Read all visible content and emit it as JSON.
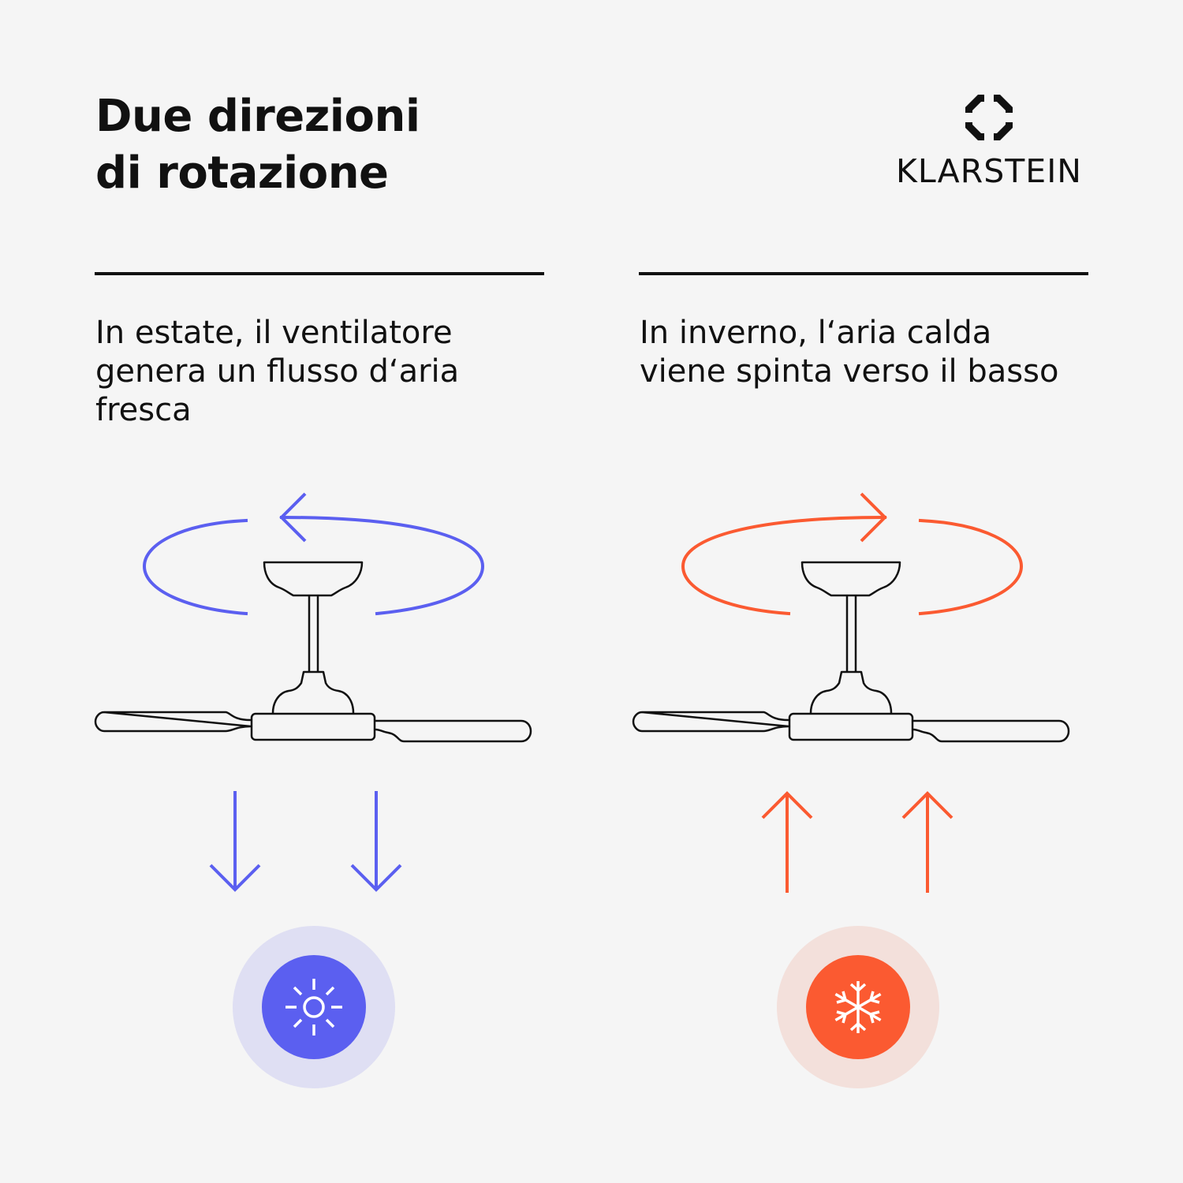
{
  "title": {
    "line1": "Due direzioni",
    "line2": "di rotazione"
  },
  "brand": {
    "name": "KLARSTEIN"
  },
  "panels": [
    {
      "id": "summer",
      "text_lines": [
        "In estate, il ventilatore",
        "genera un flusso d‘aria",
        "fresca"
      ],
      "rotation": "counterclockwise",
      "airflow": "down",
      "icon": "sun-icon",
      "color": "#5b5ff0",
      "halo_color": "#dfdff3"
    },
    {
      "id": "winter",
      "text_lines": [
        "In inverno, l‘aria calda",
        "viene spinta verso il basso"
      ],
      "rotation": "clockwise",
      "airflow": "up",
      "icon": "snowflake-icon",
      "color": "#fb5a31",
      "halo_color": "#f3e0db"
    }
  ],
  "colors": {
    "background": "#f5f5f5",
    "text": "#111111"
  }
}
